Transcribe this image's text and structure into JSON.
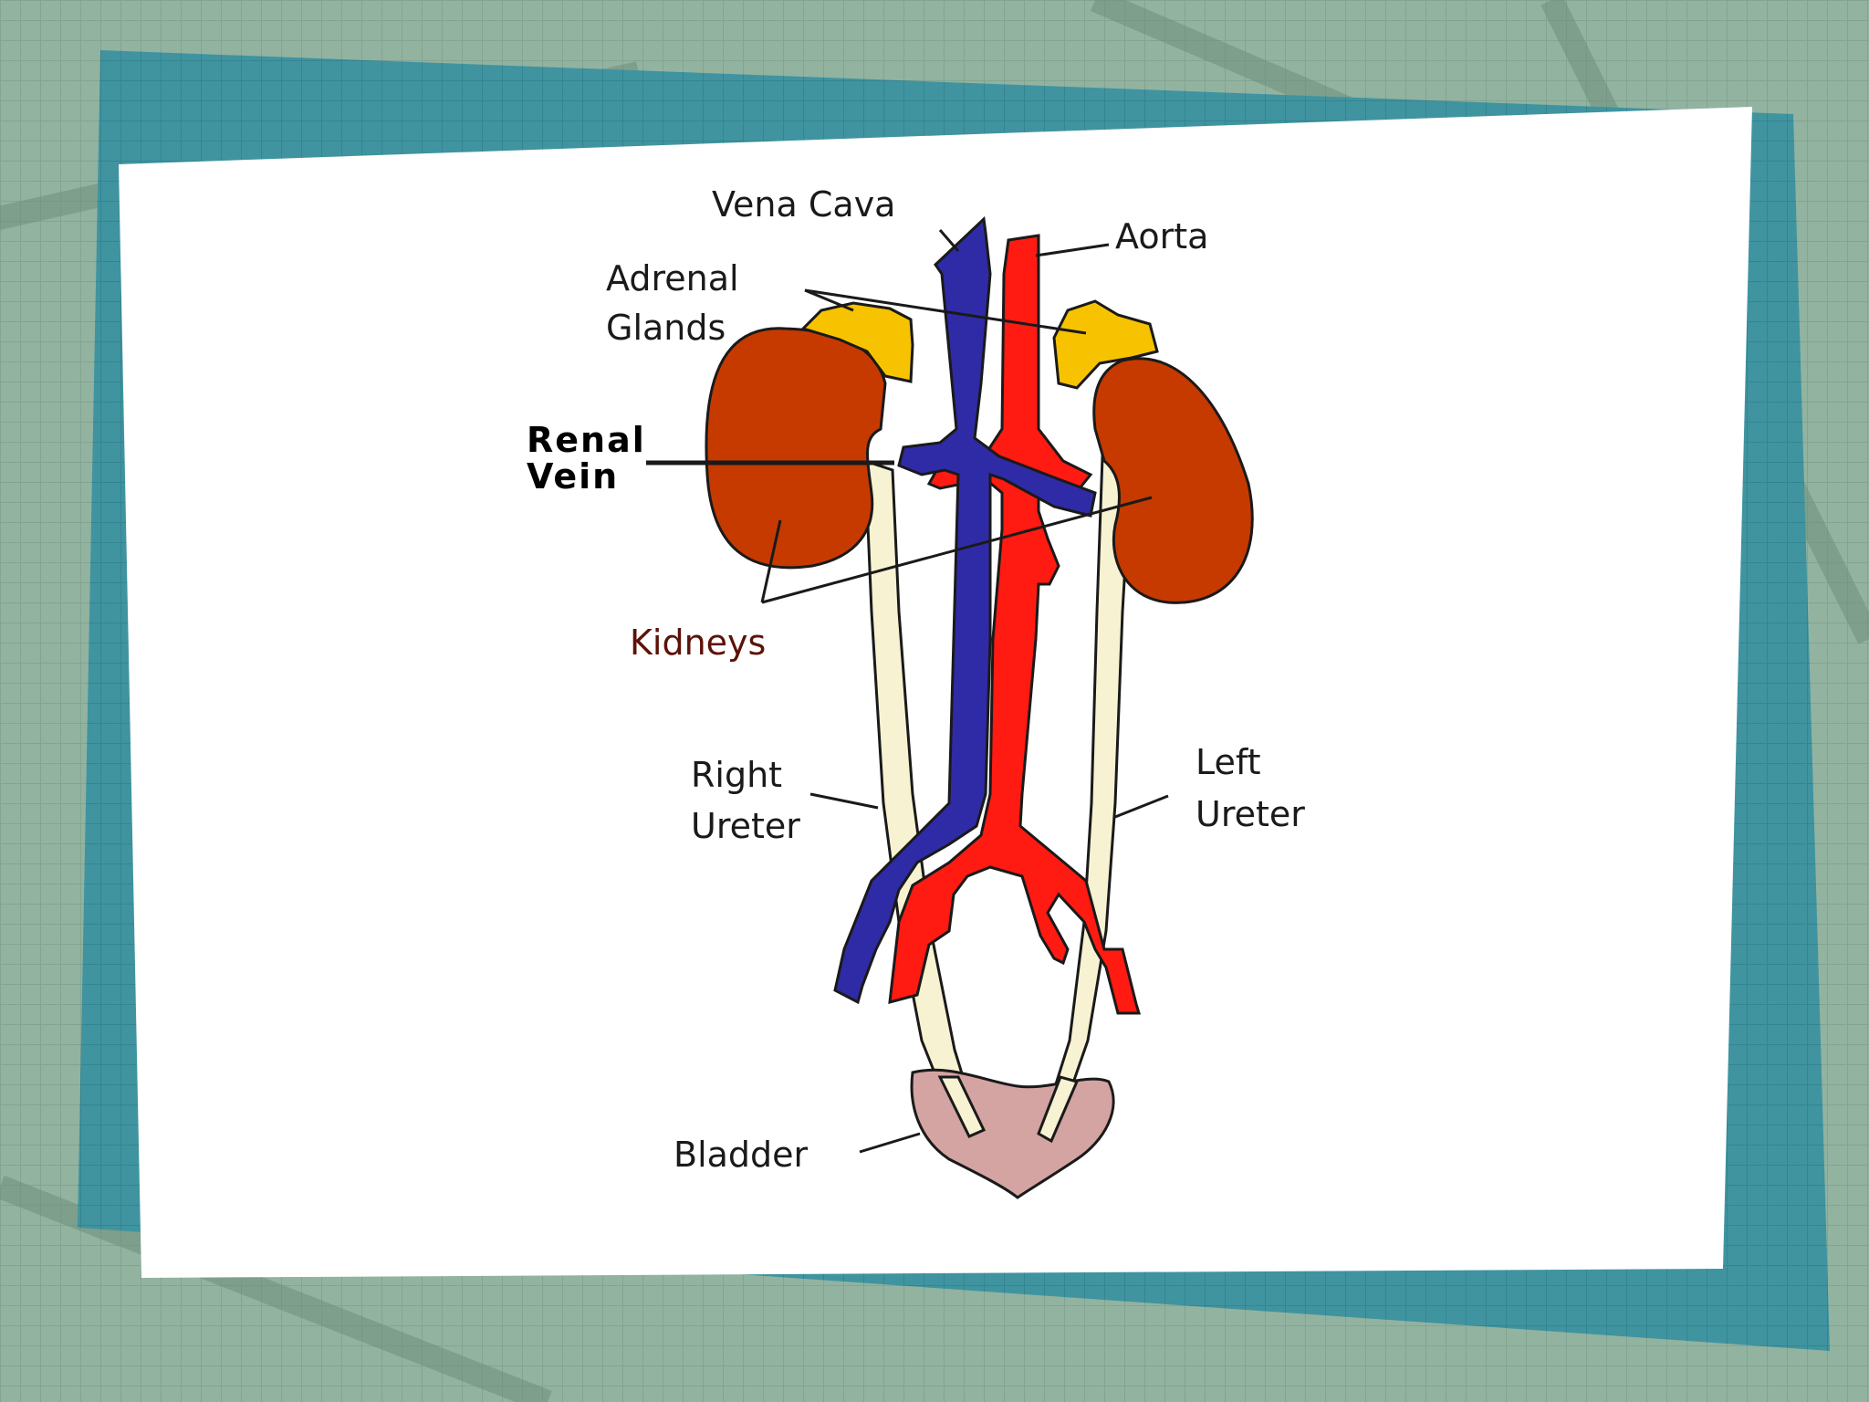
{
  "palette": {
    "background": "#92b3a0",
    "frame_teal": "#3f94a0",
    "card": "#ffffff",
    "vein_blue": "#2f2ba6",
    "artery_red": "#ff1a12",
    "kidney": "#c63a00",
    "adrenal": "#f7c300",
    "ureter": "#f7f3d2",
    "bladder": "#d4a4a2",
    "kidneys_label": "#5c1208"
  },
  "diagram": {
    "labels": {
      "vena_cava": "Vena Cava",
      "aorta": "Aorta",
      "adrenal_line1": "Adrenal",
      "adrenal_line2": "Glands",
      "renal_line1": "Renal",
      "renal_line2": "Vein",
      "kidneys": "Kidneys",
      "right_ureter_line1": "Right",
      "right_ureter_line2": "Ureter",
      "left_ureter_line1": "Left",
      "left_ureter_line2": "Ureter",
      "bladder": "Bladder"
    }
  }
}
